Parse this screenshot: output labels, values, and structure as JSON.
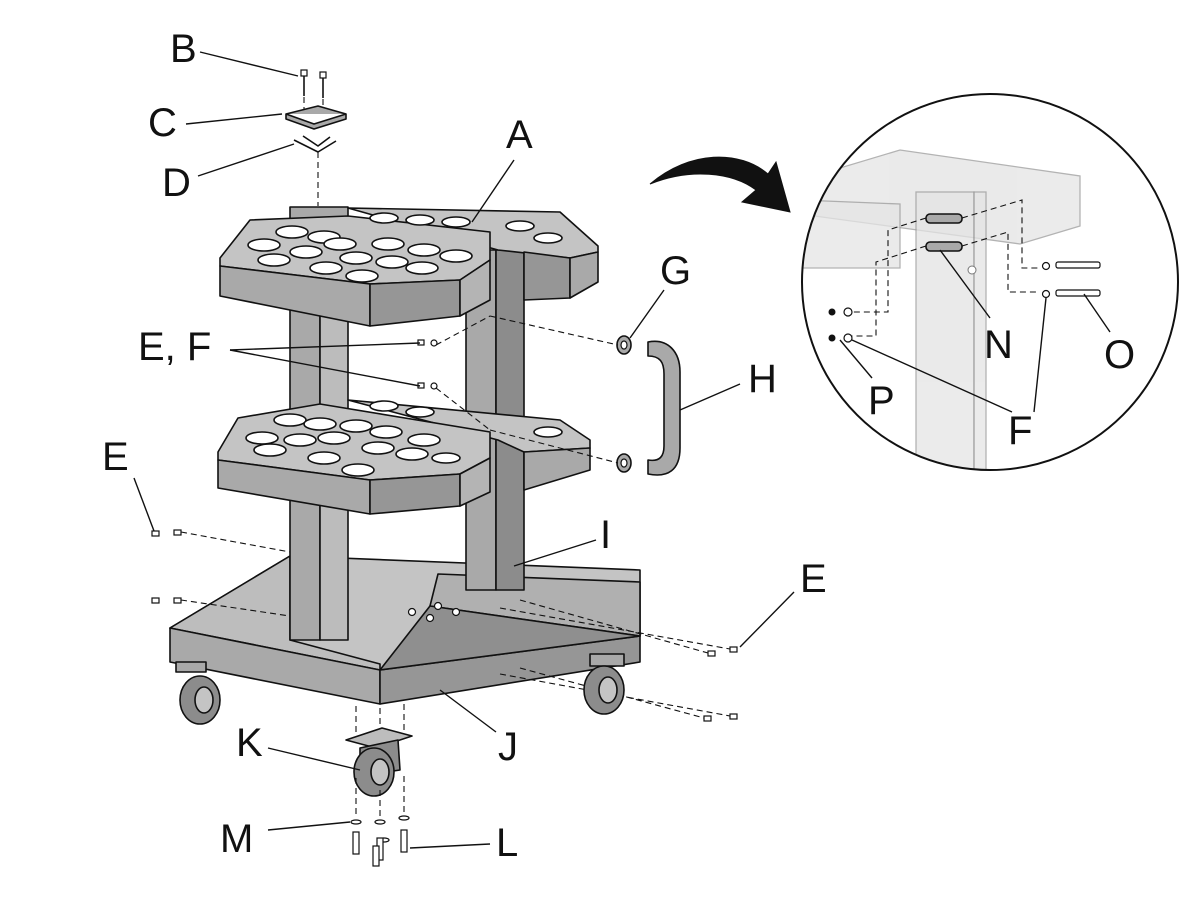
{
  "colors": {
    "part_fill": "#a9a9a9",
    "part_light": "#c4c4c4",
    "part_dark": "#8c8c8c",
    "outline": "#111111",
    "background": "#ffffff"
  },
  "callouts": {
    "A": "A",
    "B": "B",
    "C": "C",
    "D": "D",
    "EF": "E, F",
    "E_left": "E",
    "E_right": "E",
    "G": "G",
    "H": "H",
    "I": "I",
    "J": "J",
    "K": "K",
    "L": "L",
    "M": "M",
    "detail_N": "N",
    "detail_O": "O",
    "detail_P": "P",
    "detail_F": "F"
  },
  "icons": {
    "arrow": "curved-arrow-icon",
    "detail": "magnified-detail-icon"
  }
}
